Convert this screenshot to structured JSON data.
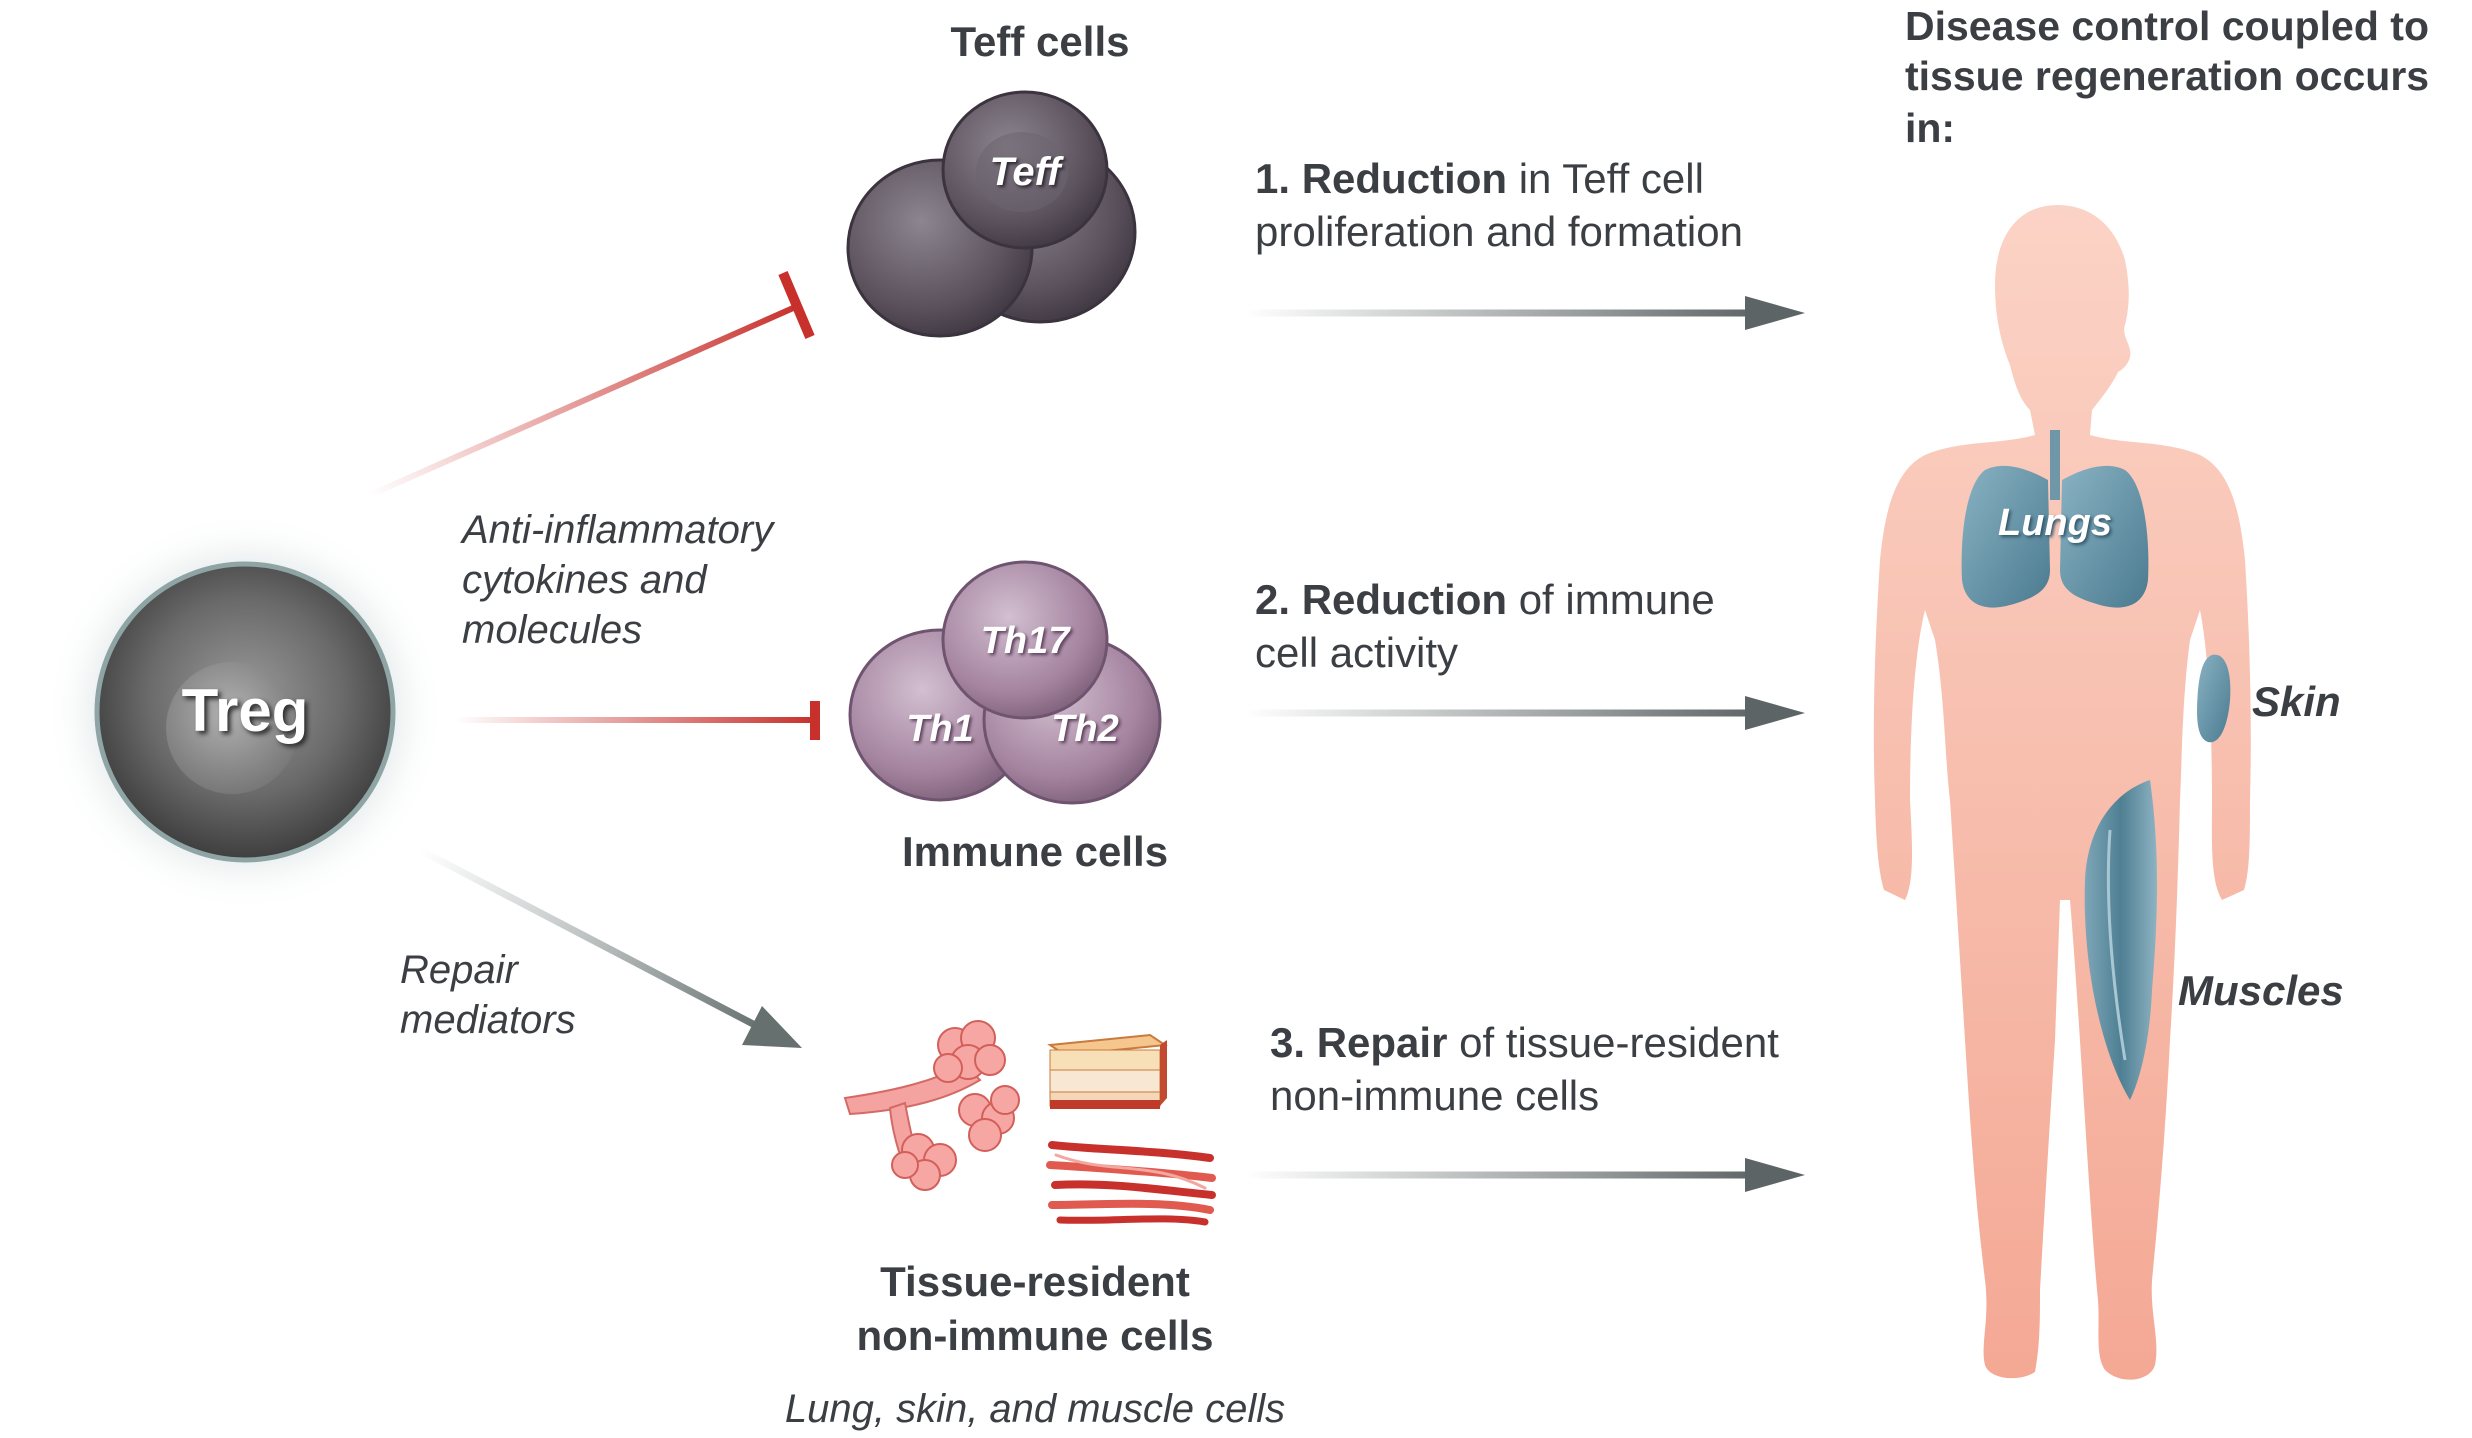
{
  "colors": {
    "inhibit_red": "#c8302c",
    "arrow_gray": "#5d6466",
    "body_pink": "#f8bfae",
    "organ_blue": "#5b8ba0",
    "cell_dark": "#5d5560",
    "cell_purple": "#a98ba8",
    "treg_gray": "#6b6b6b"
  },
  "treg": {
    "label": "Treg"
  },
  "cells": {
    "teff": {
      "title": "Teff cells",
      "label": "Teff"
    },
    "immune": {
      "title": "Immune cells",
      "labels": [
        "Th17",
        "Th1",
        "Th2"
      ]
    },
    "tissue": {
      "title_line1": "Tissue-resident",
      "title_line2": "non-immune cells",
      "subtitle": "Lung, skin, and muscle cells"
    }
  },
  "mediators": {
    "cytokines": [
      "Anti-inflammatory",
      "cytokines and",
      "molecules"
    ],
    "repair": [
      "Repair",
      "mediators"
    ]
  },
  "steps": [
    {
      "num_bold": "1. Reduction",
      "rest": " in Teff cell",
      "line2": "proliferation and formation"
    },
    {
      "num_bold": "2. Reduction",
      "rest": " of immune",
      "line2": "cell activity"
    },
    {
      "num_bold": "3. Repair",
      "rest": " of tissue-resident",
      "line2": "non-immune cells"
    }
  ],
  "outcome": {
    "heading": [
      "Disease control coupled to",
      "tissue regeneration occurs",
      "in:"
    ],
    "organs": {
      "lungs": "Lungs",
      "skin": "Skin",
      "muscles": "Muscles"
    }
  }
}
